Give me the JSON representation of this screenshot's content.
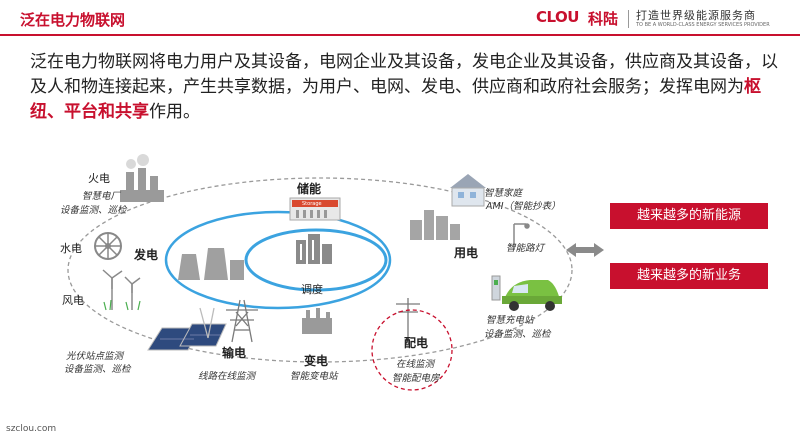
{
  "header": {
    "title": "泛在电力物联网",
    "logo_mark": "CLOU",
    "logo_cn": "科陆",
    "slogan": "打造世界级能源服务商",
    "slogan_en": "TO BE A WORLD-CLASS ENERGY SERVICES PROVIDER"
  },
  "intro": {
    "text": "泛在电力物联网将电力用户及其设备，电网企业及其设备，发电企业及其设备，供应商及其设备，以及人和物连接起来，产生共享数据，为用户、电网、发电、供应商和政府社会服务；发挥电网为",
    "highlight": "枢纽、平台和共享",
    "tail": "作用。"
  },
  "diagram": {
    "center": "调度",
    "nodes": {
      "storage": "储能",
      "generation": "发电",
      "consumption": "用电",
      "transmission": "输电",
      "substation": "变电",
      "distribution": "配电"
    },
    "details": {
      "thermal": "火电",
      "thermal_sub1": "智慧电厂",
      "thermal_sub2": "设备监测、巡检",
      "hydro": "水电",
      "wind": "风电",
      "pv1": "光伏站点监测",
      "pv2": "设备监测、巡检",
      "transmission_sub": "线路在线监测",
      "substation_sub": "智能变电站",
      "distribution_sub1": "在线监测",
      "distribution_sub2": "智能配电房",
      "home": "智慧家庭",
      "ami": "AMI（智能抄表）",
      "streetlight": "智能路灯",
      "charging1": "智慧充电站",
      "charging2": "设备监测、巡检",
      "storage_tag": "Storage"
    }
  },
  "callouts": {
    "new_energy": "越来越多的新能源",
    "new_business": "越来越多的新业务"
  },
  "footer": {
    "site": "szclou.com"
  },
  "colors": {
    "brand": "#c8102e",
    "ring_blue": "#3ba3e0",
    "ring_gray": "#9a9a9a"
  }
}
